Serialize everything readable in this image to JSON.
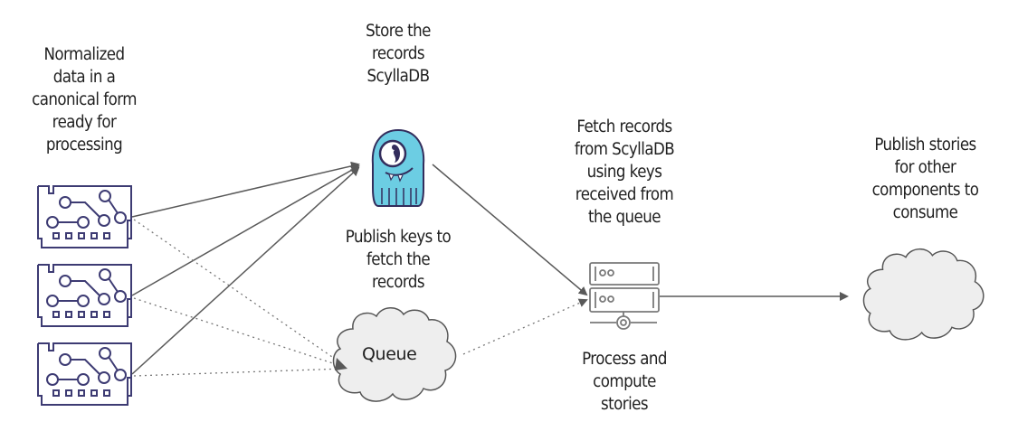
{
  "diagram": {
    "labels": {
      "source": "Normalized\ndata in a\ncanonical form\nready for\nprocessing",
      "store": "Store the\nrecords\nScyllaDB",
      "publish_keys": "Publish keys to\nfetch the\nrecords",
      "fetch": "Fetch records\nfrom ScyllaDB\nusing keys\nreceived from\nthe queue",
      "process": "Process and\ncompute\nstories",
      "publish_stories": "Publish stories\nfor other\ncomponents to\nconsume"
    },
    "queue_label": "Queue",
    "nodes": [
      {
        "id": "board-1",
        "icon": "circuit-board-icon"
      },
      {
        "id": "board-2",
        "icon": "circuit-board-icon"
      },
      {
        "id": "board-3",
        "icon": "circuit-board-icon"
      },
      {
        "id": "scylladb",
        "icon": "scylladb-monster-icon"
      },
      {
        "id": "queue",
        "icon": "cloud-icon"
      },
      {
        "id": "server",
        "icon": "server-icon"
      },
      {
        "id": "consumers",
        "icon": "cloud-icon"
      }
    ],
    "edges": [
      {
        "from": "board-1",
        "to": "scylladb",
        "style": "solid"
      },
      {
        "from": "board-2",
        "to": "scylladb",
        "style": "solid"
      },
      {
        "from": "board-3",
        "to": "scylladb",
        "style": "solid"
      },
      {
        "from": "board-1",
        "to": "queue",
        "style": "dotted"
      },
      {
        "from": "board-2",
        "to": "queue",
        "style": "dotted"
      },
      {
        "from": "board-3",
        "to": "queue",
        "style": "dotted"
      },
      {
        "from": "scylladb",
        "to": "server",
        "style": "solid"
      },
      {
        "from": "queue",
        "to": "server",
        "style": "dotted"
      },
      {
        "from": "server",
        "to": "consumers",
        "style": "solid"
      }
    ],
    "colors": {
      "board_stroke": "#3d3b73",
      "scylla_fill": "#6ccde3",
      "scylla_outline": "#332d5c",
      "cloud_fill": "#eeeeee",
      "cloud_stroke": "#555555",
      "arrow": "#595959",
      "server_stroke": "#7a7a7a"
    }
  }
}
